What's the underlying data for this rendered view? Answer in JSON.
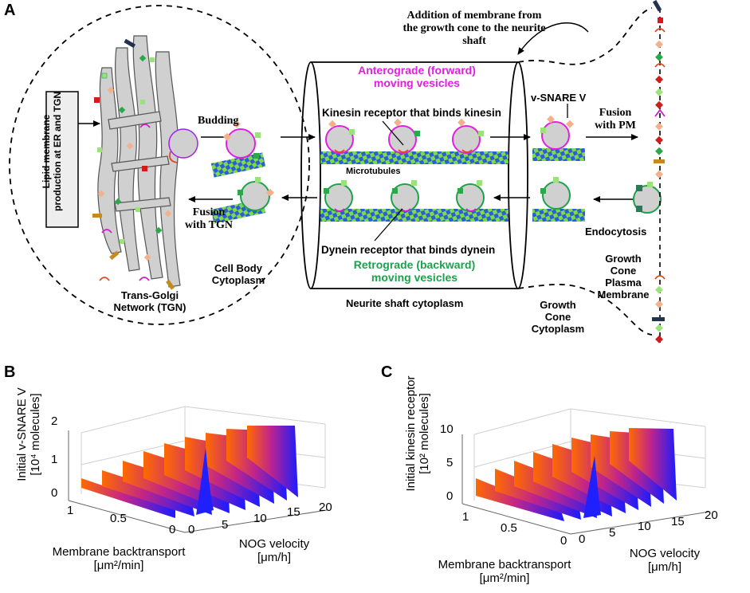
{
  "panels": {
    "a": "A",
    "b": "B",
    "c": "C"
  },
  "colors": {
    "anterograde": "#e020e0",
    "retrograde": "#1aa34a",
    "organelle": "#d3d3d3",
    "vsnare": "#f4b08a",
    "receptor": "#2ca02c",
    "surface_hot": "#ff6a00",
    "surface_cold": "#1b1bff"
  },
  "diagram": {
    "lipid_box": "Lipid membrane production at ER and TGN",
    "tgn": "Trans-Golgi Network (TGN)",
    "budding": "Budding",
    "fusion_tgn": "Fusion with TGN",
    "cell_body": "Cell Body Cytoplasm",
    "addition": "Addition of membrane from the growth cone to the neurite shaft",
    "anterograde": "Anterograde (forward) moving vesicles",
    "kinesin": "Kinesin receptor that binds kinesin",
    "microtubules": "Microtubules",
    "dynein": "Dynein receptor that binds dynein",
    "retrograde": "Retrograde (backward) moving vesicles",
    "neurite": "Neurite shaft cytoplasm",
    "vsnare": "v-SNARE V",
    "fusion_pm": "Fusion with PM",
    "endocytosis": "Endocytosis",
    "gc_membrane": "Growth Cone Plasma Membrane",
    "gc_cytoplasm": "Growth Cone Cytoplasm"
  },
  "chart_data": [
    {
      "type": "surface",
      "panel": "B",
      "zlabel_line1": "Initial v-SNARE V",
      "zlabel_line2": "[10⁴ molecules]",
      "xlabel_line1": "Membrane backtransport",
      "xlabel_line2": "[μm²/min]",
      "ylabel_line1": "NOG velocity",
      "ylabel_line2": "[μm/h]",
      "x_ticks": [
        "1",
        "0.5",
        "0"
      ],
      "y_ticks": [
        "0",
        "5",
        "10",
        "15",
        "20"
      ],
      "z_ticks": [
        "0",
        "1",
        "2"
      ],
      "xlim": [
        0,
        1
      ],
      "ylim": [
        0,
        20
      ],
      "zlim": [
        0,
        2
      ],
      "grid": true
    },
    {
      "type": "surface",
      "panel": "C",
      "zlabel_line1": "Initial kinesin receptor",
      "zlabel_line2": "[10² molecules]",
      "xlabel_line1": "Membrane backtransport",
      "xlabel_line2": "[μm²/min]",
      "ylabel_line1": "NOG velocity",
      "ylabel_line2": "[μm/h]",
      "x_ticks": [
        "1",
        "0.5",
        "0"
      ],
      "y_ticks": [
        "0",
        "5",
        "10",
        "15",
        "20"
      ],
      "z_ticks": [
        "0",
        "5",
        "10"
      ],
      "xlim": [
        0,
        1
      ],
      "ylim": [
        0,
        20
      ],
      "zlim": [
        0,
        10
      ],
      "grid": true
    }
  ]
}
